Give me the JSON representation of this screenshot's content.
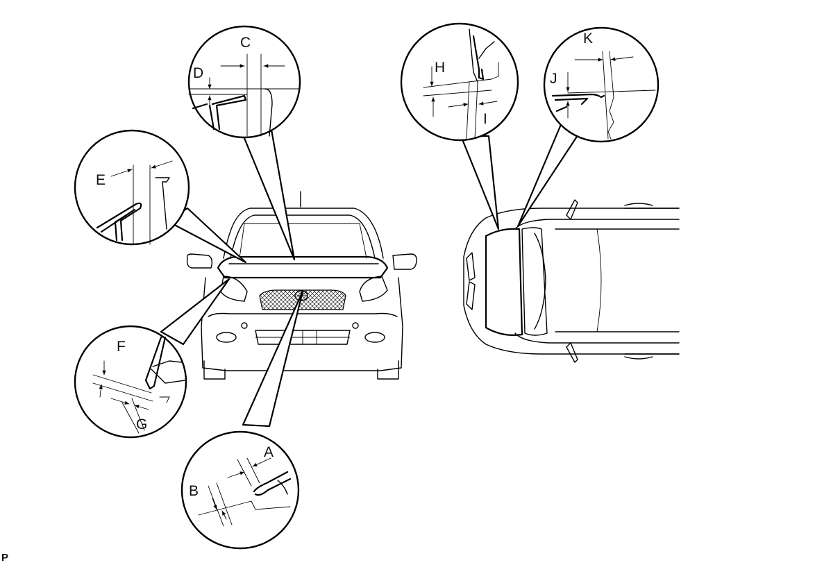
{
  "callouts": {
    "a": "A",
    "b": "B",
    "c": "C",
    "d": "D",
    "e": "E",
    "f": "F",
    "g": "G",
    "h": "H",
    "i": "I",
    "j": "J",
    "k": "K"
  },
  "corner_code": "P"
}
